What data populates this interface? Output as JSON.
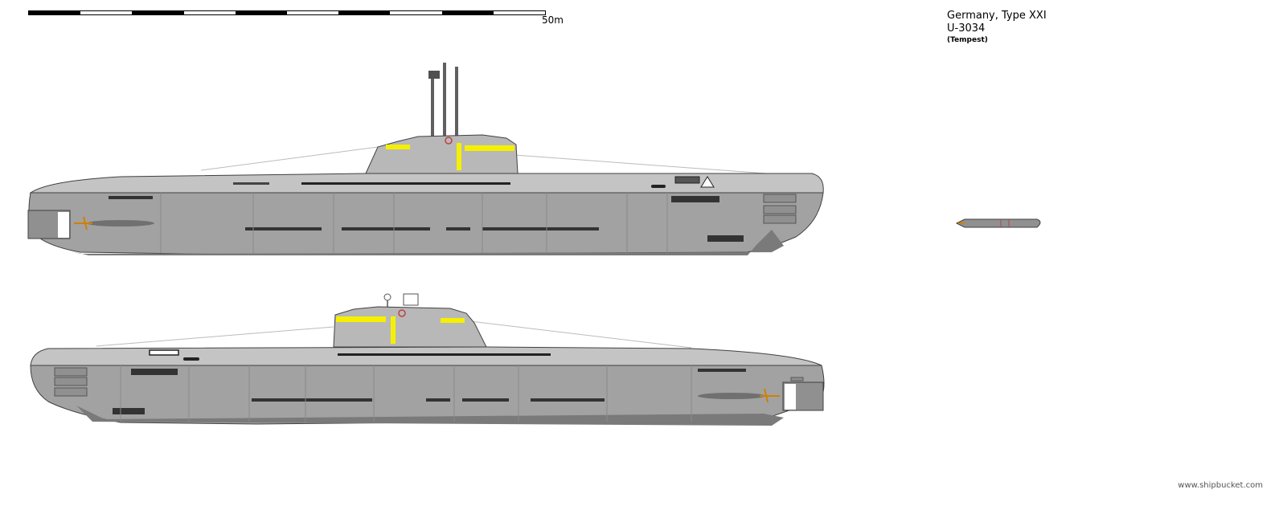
{
  "scale": {
    "label": "50m"
  },
  "title": {
    "line1": "Germany, Type XXI",
    "line2": "U-3034",
    "line3": "(Tempest)"
  },
  "credit": "www.shipbucket.com",
  "colors": {
    "hull_upper": "#c0c0c0",
    "hull_lower": "#a0a0a0",
    "outline": "#404040",
    "dark": "#222222",
    "highlight": "#f5f000",
    "background": "#ffffff"
  },
  "icons": [
    "submarine-side-profile",
    "submarine-side-profile-mirrored",
    "torpedo-icon"
  ]
}
